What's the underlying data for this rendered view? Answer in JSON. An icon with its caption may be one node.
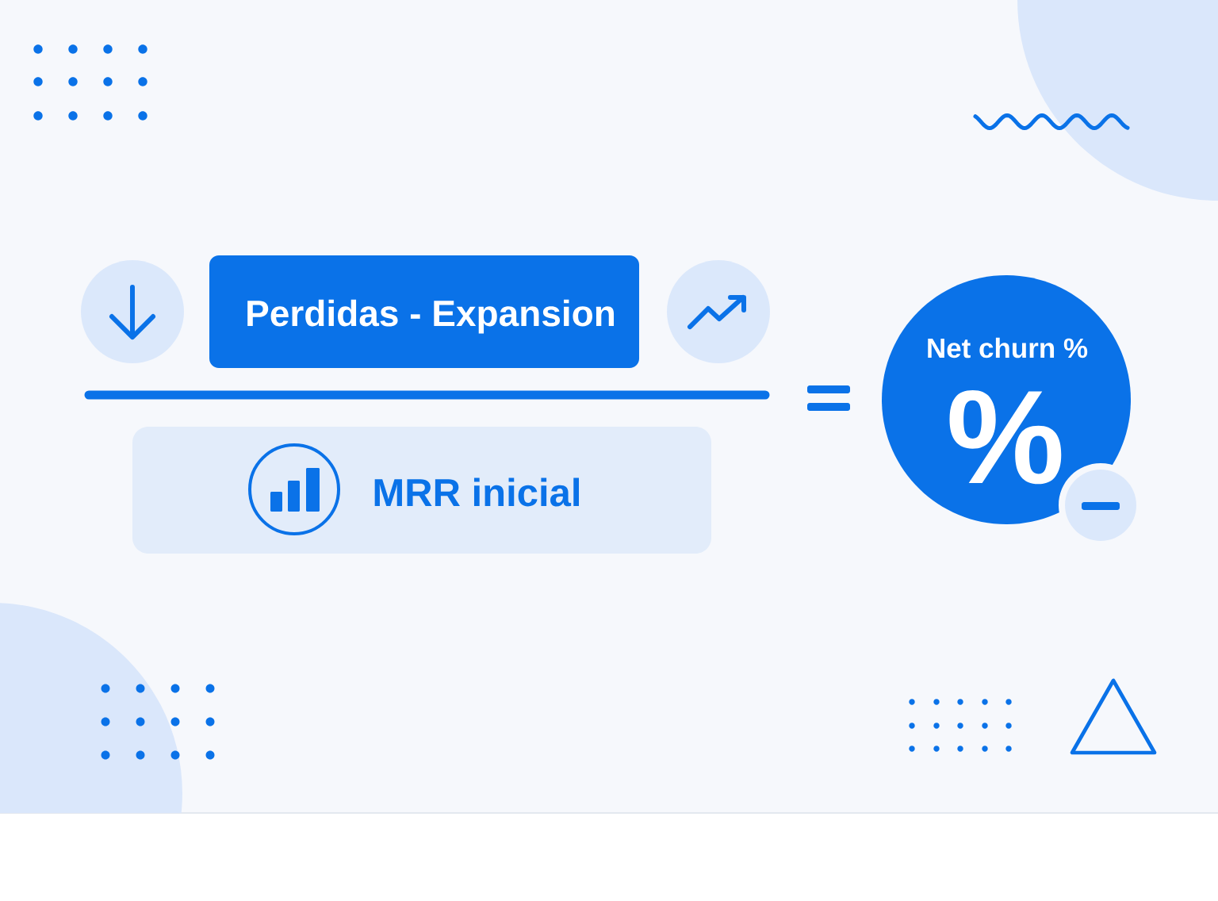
{
  "diagram": {
    "nodes": [
      {
        "text": [
          "Perdidas - Expansion"
        ]
      },
      {
        "text": [
          "MRR inicial"
        ]
      },
      {
        "text": [
          "Net churn %",
          "%"
        ]
      }
    ]
  }
}
